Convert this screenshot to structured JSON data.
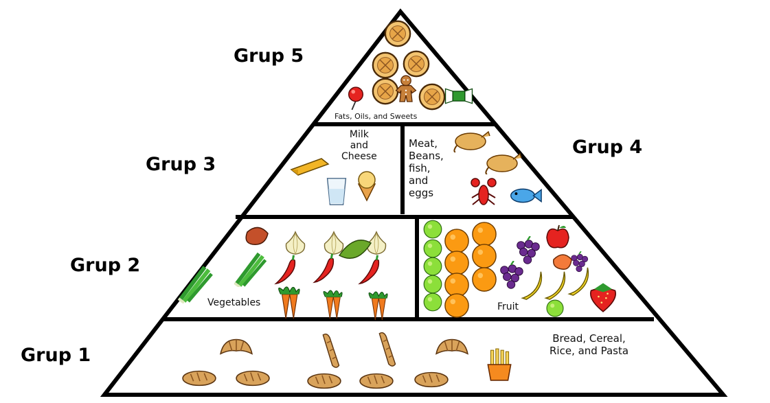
{
  "groups": [
    {
      "id": "grup-1",
      "label": "Grup 1",
      "food_lines": [
        "Bread, Cereal,",
        "Rice, and Pasta"
      ]
    },
    {
      "id": "grup-2",
      "label": "Grup 2",
      "food_lines_left": [
        "Vegetables"
      ],
      "food_lines_right": [
        "Fruit"
      ]
    },
    {
      "id": "grup-3",
      "label": "Grup 3",
      "food_lines": [
        "Milk",
        "and",
        "Cheese"
      ]
    },
    {
      "id": "grup-4",
      "label": "Grup 4",
      "food_lines": [
        "Meat,",
        "Beans,",
        "fish,",
        "and",
        "eggs"
      ]
    },
    {
      "id": "grup-5",
      "label": "Grup 5",
      "food_lines": [
        "Fats, Oils, and Sweets"
      ]
    }
  ],
  "colors": {
    "outline": "#000000",
    "bread": "#d9a35b",
    "cheese": "#f2b526",
    "orange": "#fb9a12",
    "lime": "#8cdf3a",
    "grape": "#6a2b8f",
    "banana": "#f6d82a",
    "red": "#e52320",
    "carrot": "#f07a1e",
    "leaf": "#2f9a2f",
    "onion": "#f4f0c6",
    "fish": "#4aa6e8",
    "chicken": "#e6b25c"
  },
  "icons": [
    "croissant-icon",
    "bread-roll-icon",
    "baguette-icon",
    "fries-icon",
    "celery-icon",
    "chili-pepper-icon",
    "onion-icon",
    "carrot-icon",
    "pea-pod-icon",
    "orange-icon",
    "lime-icon",
    "grapes-icon",
    "banana-icon",
    "apple-icon",
    "strawberry-icon",
    "cheese-block-icon",
    "milk-glass-icon",
    "ice-cream-icon",
    "roast-chicken-icon",
    "lobster-icon",
    "fish-icon",
    "pie-icon",
    "gingerbread-icon",
    "lollipop-icon",
    "candy-icon"
  ]
}
